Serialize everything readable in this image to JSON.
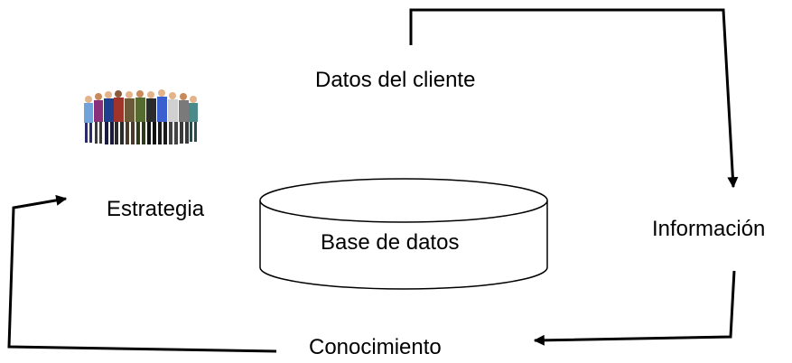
{
  "nodes": {
    "customer_data": "Datos del cliente",
    "information": "Información",
    "knowledge": "Conocimiento",
    "strategy": "Estrategia",
    "database": "Base de datos"
  },
  "icons": {
    "people": "group-of-people-clipart"
  },
  "colors": {
    "stroke": "#000000",
    "background": "#ffffff"
  }
}
